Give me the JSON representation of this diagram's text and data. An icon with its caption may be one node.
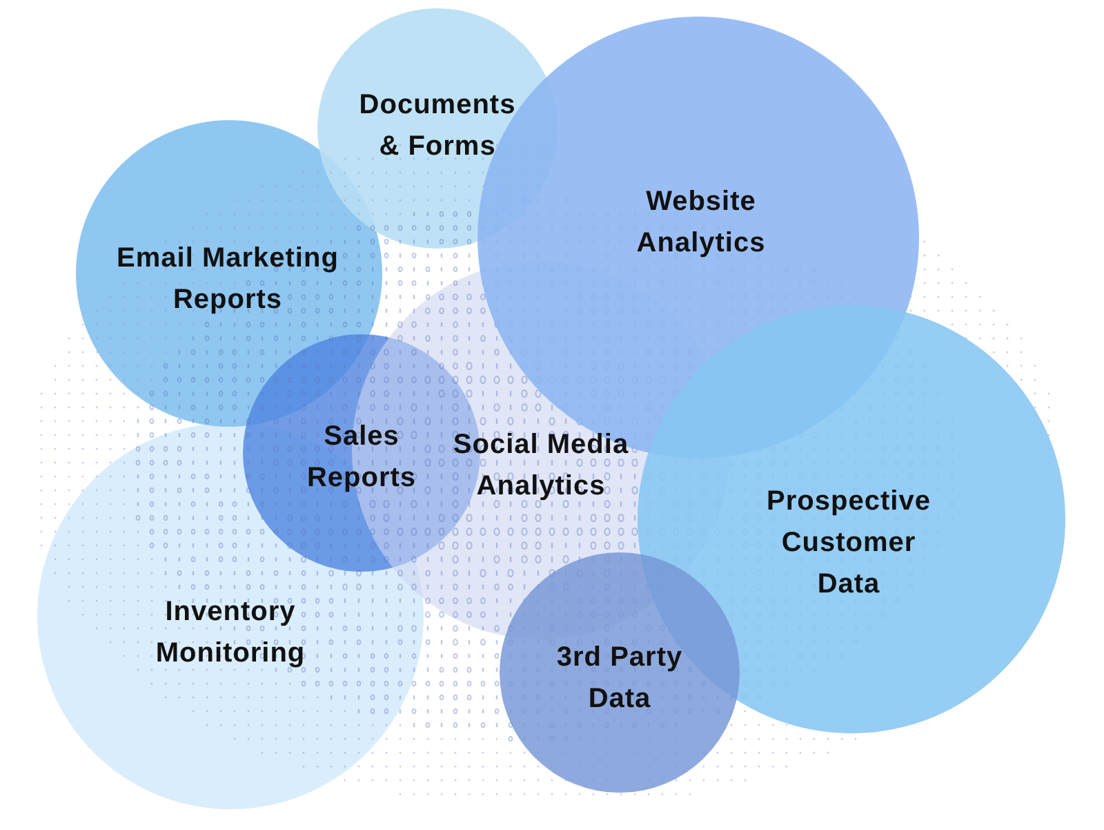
{
  "diagram": {
    "nodes": [
      {
        "text": [
          "Documents & Forms"
        ]
      },
      {
        "text": [
          "Website Analytics"
        ]
      },
      {
        "text": [
          "Email Marketing Reports"
        ]
      },
      {
        "text": [
          "Sales Reports"
        ]
      },
      {
        "text": [
          "Social Media Analytics"
        ]
      },
      {
        "text": [
          "Prospective Customer Data"
        ]
      },
      {
        "text": [
          "Inventory Monitoring"
        ]
      },
      {
        "text": [
          "3rd Party Data"
        ]
      }
    ]
  }
}
